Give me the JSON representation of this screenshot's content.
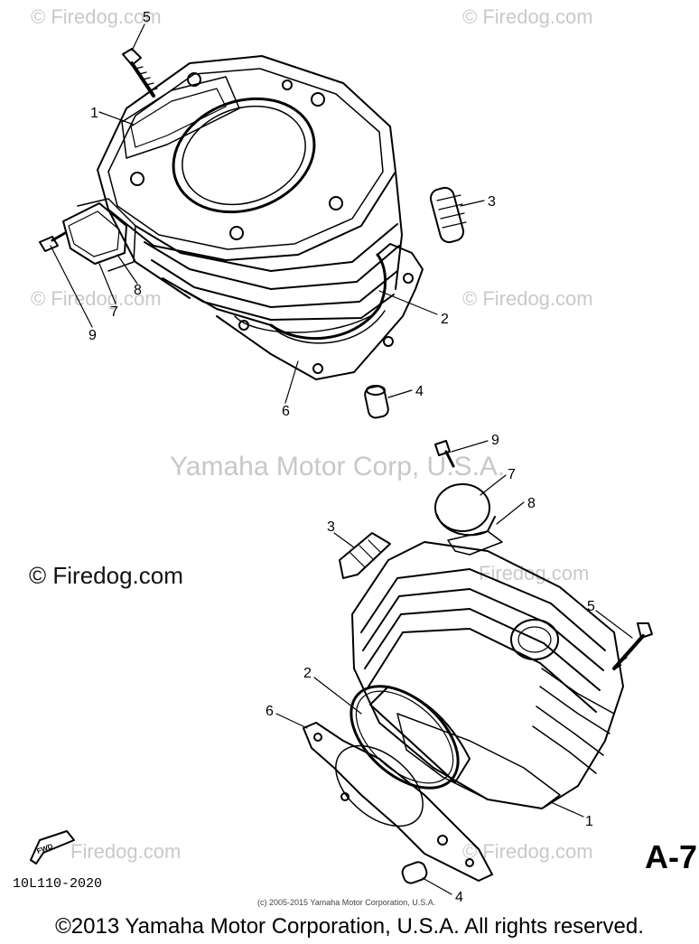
{
  "watermarks": {
    "tl": "© Firedog.com",
    "tr": "© Firedog.com",
    "ml": "© Firedog.com",
    "mr": "© Firedog.com",
    "center_dark": "© Firedog.com",
    "lr_mid": "Firedog.com",
    "bl": "Firedog.com",
    "br": "© Firedog.com"
  },
  "corp_watermark": "Yamaha Motor Corp, U.S.A.",
  "diagram_code": "10L110-2020",
  "page_ref": "A-7",
  "small_copyright": "(c) 2005-2015 Yamaha Motor Corporation, U.S.A.",
  "footer_copyright": "©2013 Yamaha Motor Corporation, U.S.A. All rights reserved.",
  "fwd_label": "FWD",
  "callouts_top": {
    "c5": "5",
    "c1": "1",
    "c3": "3",
    "c8": "8",
    "c7": "7",
    "c9": "9",
    "c2": "2",
    "c6": "6",
    "c4": "4"
  },
  "callouts_bottom": {
    "c9": "9",
    "c7": "7",
    "c8": "8",
    "c3": "3",
    "c5": "5",
    "c2": "2",
    "c6": "6",
    "c1": "1",
    "c4": "4"
  }
}
